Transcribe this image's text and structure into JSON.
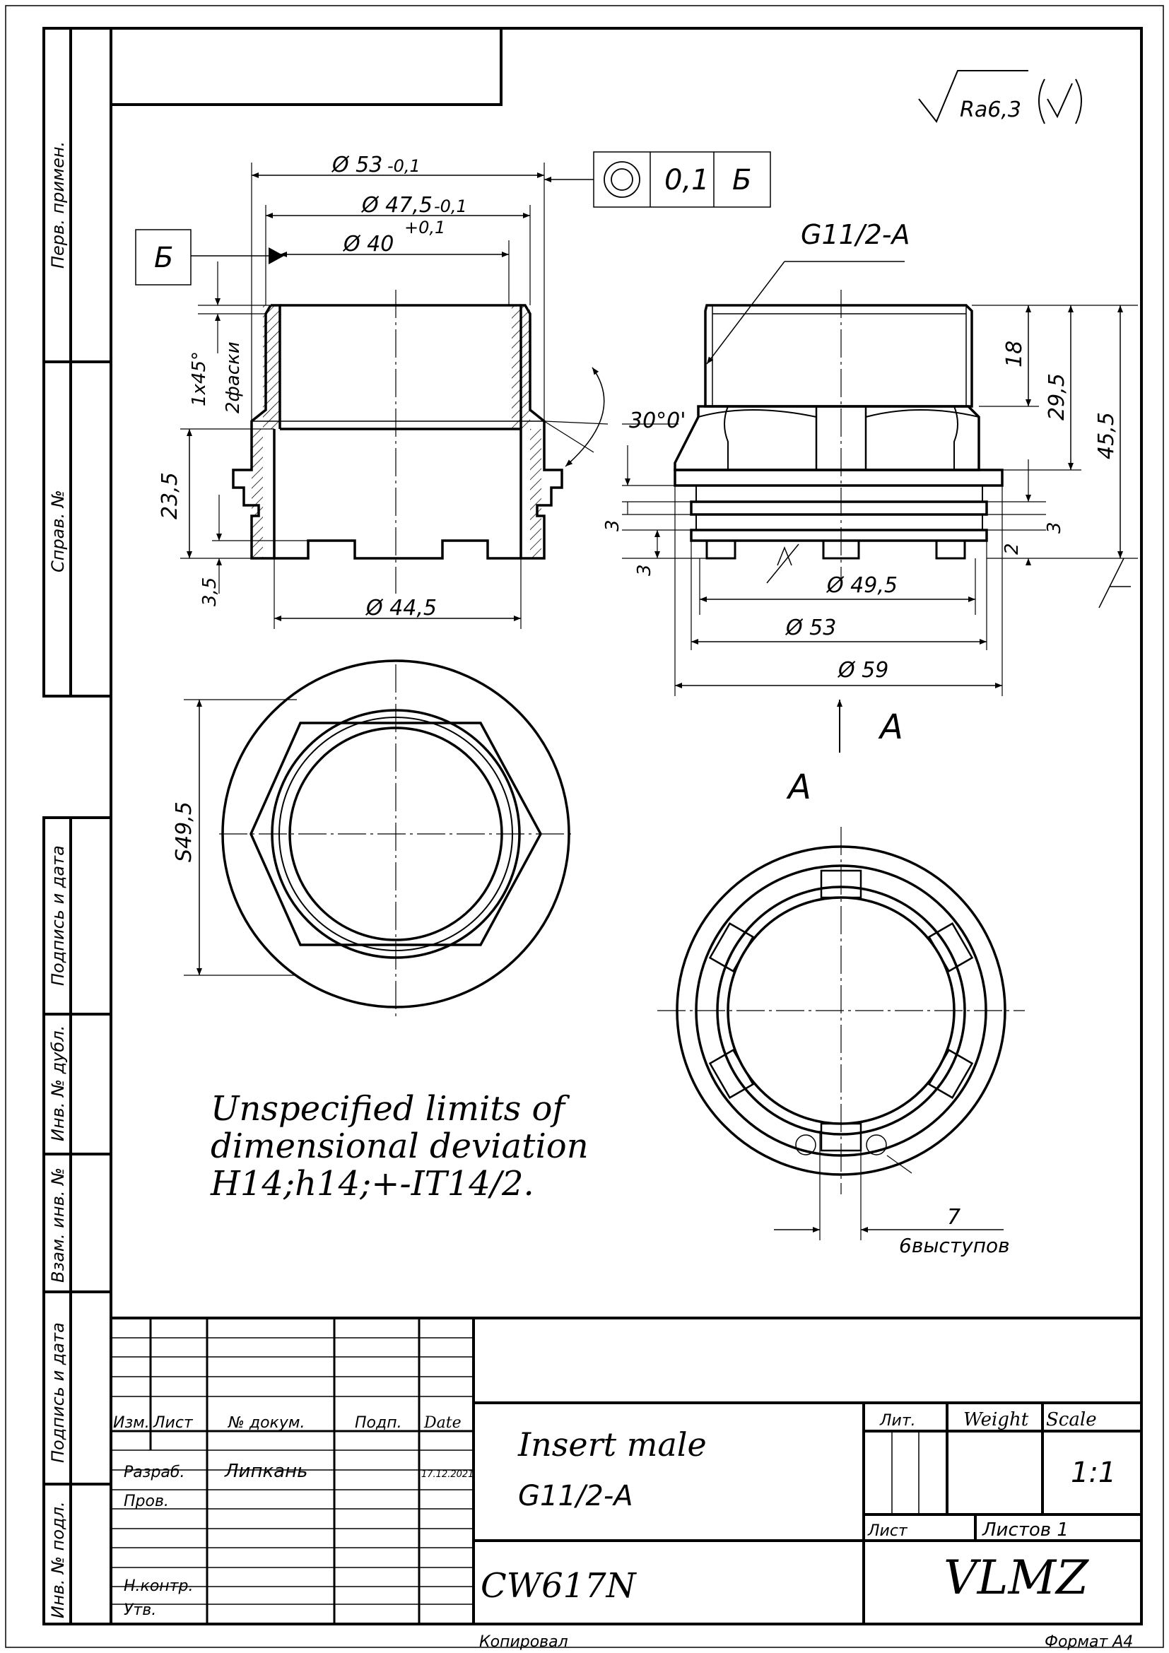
{
  "roughness": "Ra6,3",
  "dims": {
    "d53": "Ø 53",
    "d53_tol": "-0,1",
    "d47": "Ø 47,5",
    "d47_tol": "-0,1",
    "d40": "Ø 40",
    "d40_tol": "+0,1",
    "tol_frame_value": "0,1",
    "tol_frame_datum": "Б",
    "datum_b": "Б",
    "chamfer": "1х45°",
    "chamfer_count": "2фаски",
    "d235": "23,5",
    "d35": "3,5",
    "d445": "Ø 44,5",
    "angle": "30°0'",
    "thread": "G11/2-A",
    "d18": "18",
    "d295": "29,5",
    "d455": "45,5",
    "d3a": "3",
    "d3b": "3",
    "d3c": "3",
    "d2": "2",
    "d495": "Ø 49,5",
    "d53b": "Ø 53",
    "d59": "Ø 59",
    "view_a_arrow": "A",
    "view_a_title": "A",
    "s495": "S49,5",
    "lug_w": "7",
    "lug_note": "6выступов"
  },
  "note": {
    "line1": "Unspecified limits of",
    "line2": "dimensional deviation",
    "line3": "H14;h14;+-IT14/2."
  },
  "side_stamps": {
    "perv": "Перв. примен.",
    "sprav": "Справ. №",
    "podp1": "Подпись и дата",
    "inv_dubl": "Инв. № дубл.",
    "vzam": "Взам. инв. №",
    "podp2": "Подпись и дата",
    "inv_podl": "Инв. № подл."
  },
  "title_block": {
    "col_izm": "Изм.",
    "col_list": "Лист",
    "col_doc": "№ докум.",
    "col_podp": "Подп.",
    "col_date": "Date",
    "razrab": "Разраб.",
    "razrab_name": "Липкань",
    "razrab_date": "17.12.2021",
    "prov": "Пров.",
    "nkontr": "Н.контр.",
    "utv": "Утв.",
    "part_name": "Insert male",
    "part_sub": "G11/2-A",
    "lit": "Лит.",
    "weight": "Weight",
    "scale": "Scale",
    "scale_value": "1:1",
    "sheet": "Лист",
    "sheets": "Листов 1",
    "material": "CW617N",
    "company": "VLMZ",
    "copied": "Копировал",
    "format": "Формат А4"
  }
}
